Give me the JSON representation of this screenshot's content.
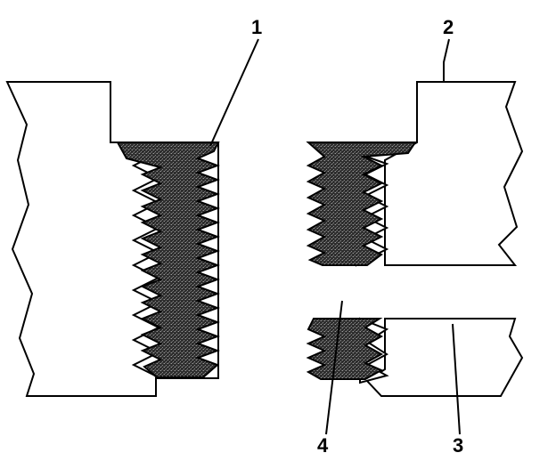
{
  "diagram": {
    "callouts": [
      {
        "id": "1",
        "label": "1"
      },
      {
        "id": "2",
        "label": "2"
      },
      {
        "id": "3",
        "label": "3"
      },
      {
        "id": "4",
        "label": "4"
      }
    ],
    "colors": {
      "line": "#000000",
      "insert_fill": "#3a3a3a",
      "background": "#ffffff"
    }
  }
}
